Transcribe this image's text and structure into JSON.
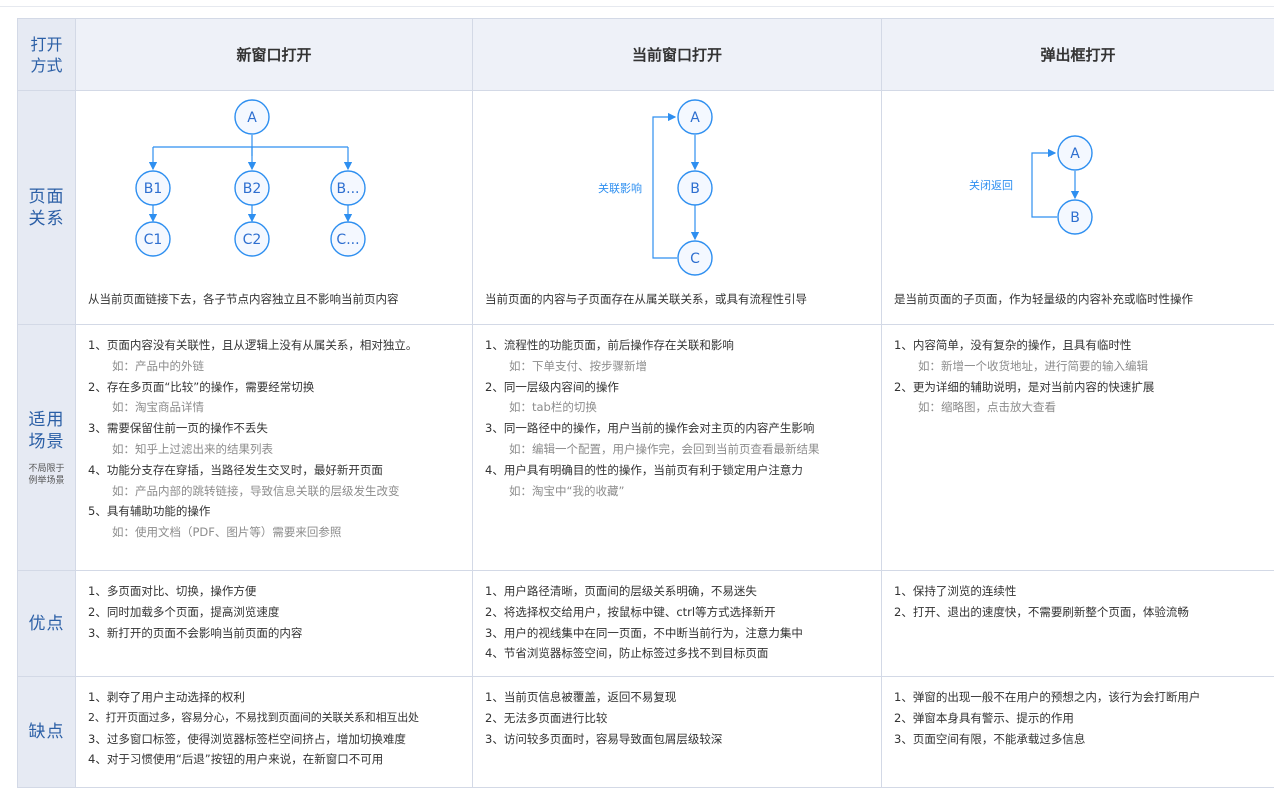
{
  "header": {
    "corner": "打开方式",
    "col1": "新窗口打开",
    "col2": "当前窗口打开",
    "col3": "弹出框打开"
  },
  "rows": {
    "relation": "页面关系",
    "scenario": "适用场景",
    "scenario_note": "不局限于例举场景",
    "pros": "优点",
    "cons": "缺点"
  },
  "relation": {
    "col1": {
      "nodes": [
        "A",
        "B1",
        "B2",
        "B...",
        "C1",
        "C2",
        "C..."
      ],
      "caption": "从当前页面链接下去，各子节点内容独立且不影响当前页内容"
    },
    "col2": {
      "nodes": [
        "A",
        "B",
        "C"
      ],
      "edge_label": "关联影响",
      "caption": "当前页面的内容与子页面存在从属关联关系，或具有流程性引导"
    },
    "col3": {
      "nodes": [
        "A",
        "B"
      ],
      "edge_label": "关闭返回",
      "caption": "是当前页面的子页面，作为轻量级的内容补充或临时性操作"
    }
  },
  "scenario": {
    "col1": [
      {
        "text": "1、页面内容没有关联性，且从逻辑上没有从属关系，相对独立。",
        "ex": "如：产品中的外链"
      },
      {
        "text": "2、存在多页面“比较”的操作，需要经常切换",
        "ex": "如：淘宝商品详情"
      },
      {
        "text": "3、需要保留住前一页的操作不丢失",
        "ex": "如：知乎上过滤出来的结果列表"
      },
      {
        "text": "4、功能分支存在穿插，当路径发生交叉时，最好新开页面",
        "ex": "如：产品内部的跳转链接，导致信息关联的层级发生改变"
      },
      {
        "text": "5、具有辅助功能的操作",
        "ex": "如：使用文档（PDF、图片等）需要来回参照"
      }
    ],
    "col2": [
      {
        "text": "1、流程性的功能页面，前后操作存在关联和影响",
        "ex": "如：下单支付、按步骤新增"
      },
      {
        "text": "2、同一层级内容间的操作",
        "ex": "如：tab栏的切换"
      },
      {
        "text": "3、同一路径中的操作，用户当前的操作会对主页的内容产生影响",
        "ex": "如：编辑一个配置，用户操作完，会回到当前页查看最新结果"
      },
      {
        "text": "4、用户具有明确目的性的操作，当前页有利于锁定用户注意力",
        "ex": "如：淘宝中“我的收藏”"
      }
    ],
    "col3": [
      {
        "text": "1、内容简单，没有复杂的操作，且具有临时性",
        "ex": "如：新增一个收货地址，进行简要的输入编辑"
      },
      {
        "text": "2、更为详细的辅助说明，是对当前内容的快速扩展",
        "ex": "如：缩略图，点击放大查看"
      }
    ]
  },
  "pros": {
    "col1": [
      "1、多页面对比、切换，操作方便",
      "2、同时加载多个页面，提高浏览速度",
      "3、新打开的页面不会影响当前页面的内容"
    ],
    "col2": [
      "1、用户路径清晰，页面间的层级关系明确，不易迷失",
      "2、将选择权交给用户，按鼠标中键、ctrl等方式选择新开",
      "3、用户的视线集中在同一页面，不中断当前行为，注意力集中",
      "4、节省浏览器标签空间，防止标签过多找不到目标页面"
    ],
    "col3": [
      "1、保持了浏览的连续性",
      "2、打开、退出的速度快，不需要刷新整个页面，体验流畅"
    ]
  },
  "cons": {
    "col1": [
      "1、剥夺了用户主动选择的权利",
      "2、打开页面过多，容易分心，不易找到页面间的关联关系和相互出处",
      "3、过多窗口标签，使得浏览器标签栏空间挤占，增加切换难度",
      "4、对于习惯使用“后退”按钮的用户来说，在新窗口不可用"
    ],
    "col2": [
      "1、当前页信息被覆盖，返回不易复现",
      "2、无法多页面进行比较",
      "3、访问较多页面时，容易导致面包屑层级较深"
    ],
    "col3": [
      "1、弹窗的出现一般不在用户的预想之内，该行为会打断用户",
      "2、弹窗本身具有警示、提示的作用",
      "3、页面空间有限，不能承载过多信息"
    ]
  },
  "colors": {
    "accent": "#2e8ff0",
    "header_bg": "#eef1f8",
    "rowhead_text": "#2b5fa6"
  }
}
